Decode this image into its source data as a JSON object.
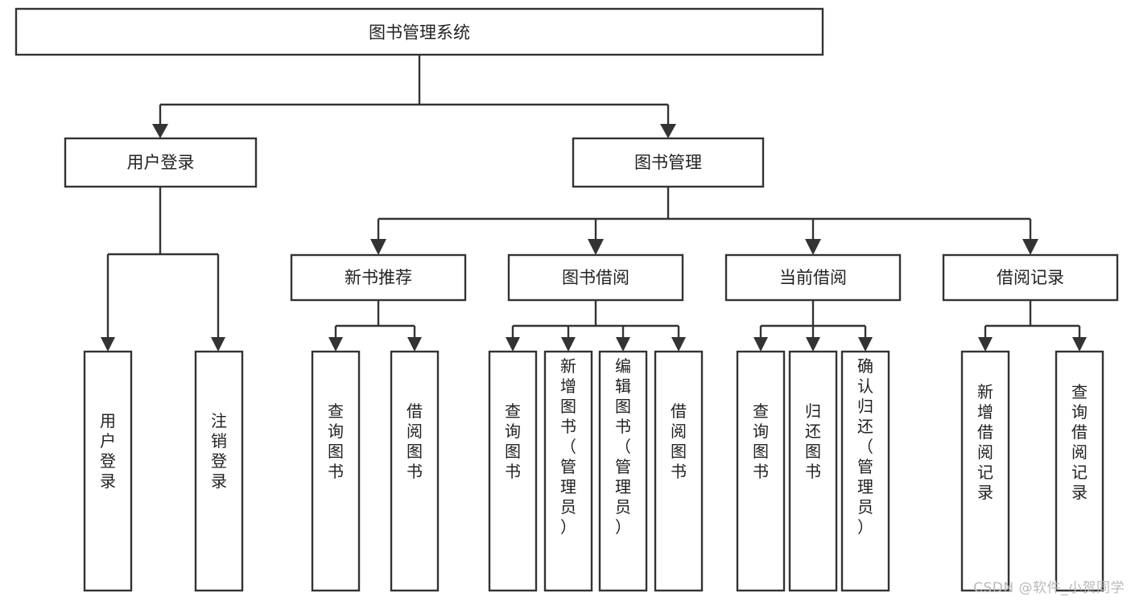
{
  "diagram": {
    "title": "图书管理系统",
    "type": "tree",
    "watermark": "CSDN @软件_小贺同学",
    "colors": {
      "box_stroke": "#333333",
      "box_fill": "#ffffff",
      "connector": "#333333",
      "text": "#222222",
      "watermark": "#b9b9b9",
      "background": "#ffffff"
    },
    "root": {
      "label": "图书管理系统"
    },
    "level2": [
      {
        "label": "用户登录"
      },
      {
        "label": "图书管理"
      }
    ],
    "level3": [
      {
        "label": "新书推荐"
      },
      {
        "label": "图书借阅"
      },
      {
        "label": "当前借阅"
      },
      {
        "label": "借阅记录"
      }
    ],
    "leaves": {
      "user_login": [
        {
          "label": "用户登录"
        },
        {
          "label": "注销登录"
        }
      ],
      "new_book": [
        {
          "label": "查询图书"
        },
        {
          "label": "借阅图书"
        }
      ],
      "book_borrow": [
        {
          "label": "查询图书"
        },
        {
          "label": "新增图书（管理员）"
        },
        {
          "label": "编辑图书（管理员）"
        },
        {
          "label": "借阅图书"
        }
      ],
      "current_borrow": [
        {
          "label": "查询图书"
        },
        {
          "label": "归还图书"
        },
        {
          "label": "确认归还（管理员）"
        }
      ],
      "borrow_record": [
        {
          "label": "新增借阅记录"
        },
        {
          "label": "查询借阅记录"
        }
      ]
    }
  }
}
